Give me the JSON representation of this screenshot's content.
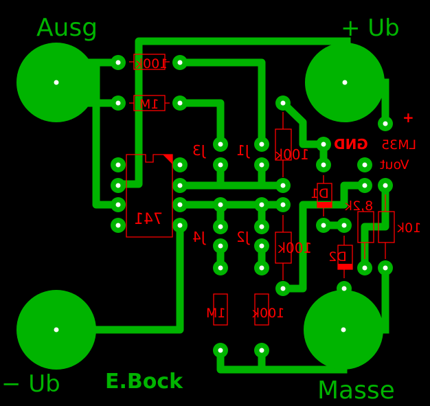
{
  "board": {
    "background_color": "#000000",
    "copper_color": "#00b400",
    "silkscreen_color": "#ff0000",
    "drill_color": "#ffffff"
  },
  "labels": {
    "output": "Ausg",
    "supply_pos": "+ Ub",
    "supply_neg": "− Ub",
    "ground": "Masse",
    "author": "E.Bock"
  },
  "components": {
    "r_100k_top": "100k",
    "r_1m_top": "1M",
    "r_100k_mid": "100k",
    "r_100k_lower": "100k",
    "r_1m_bottom": "1M",
    "r_100k_bottom": "100k",
    "r_8k2": "8,2k",
    "r_10k": "10k",
    "d1": "D1",
    "d2": "D2",
    "ic": "741",
    "jumpers": [
      "J1",
      "J2",
      "J3",
      "J4"
    ],
    "sensor": "LM35",
    "sensor_gnd": "GND",
    "sensor_vout": "Vout",
    "sensor_plus": "+"
  }
}
